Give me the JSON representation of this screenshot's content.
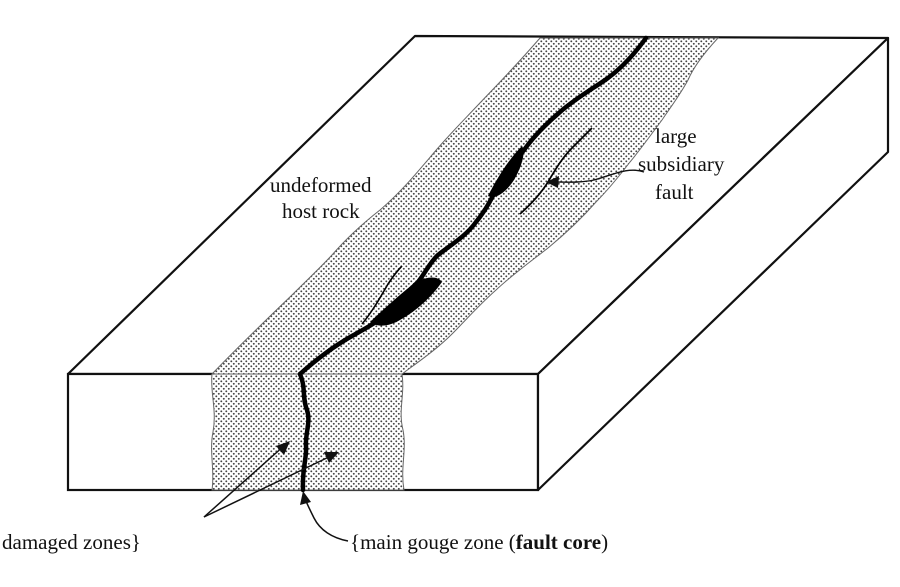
{
  "diagram": {
    "labels": {
      "host_rock_line1": "undeformed",
      "host_rock_line2": "host rock",
      "subsidiary_line1": "large",
      "subsidiary_line2": "subsidiary",
      "subsidiary_line3": "fault",
      "damaged_zones": "damaged zones}",
      "main_gouge_prefix": "{main gouge zone (",
      "main_gouge_bold": "fault core",
      "main_gouge_suffix": ")"
    },
    "colors": {
      "line": "#111111",
      "fault": "#000000",
      "background": "#ffffff"
    }
  }
}
